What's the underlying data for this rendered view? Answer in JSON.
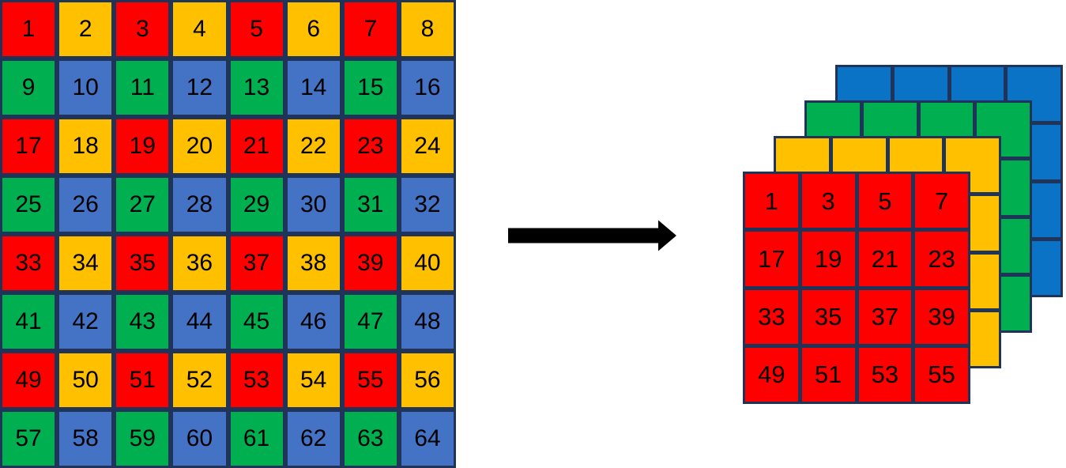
{
  "colors": {
    "red": "#FF0000",
    "yellow": "#FFC000",
    "green": "#00B050",
    "blue": "#4472C4",
    "blue2": "#0B73C6",
    "border": "#1F3458",
    "arrow": "#000000",
    "text": "#000000",
    "background": "#FFFFFF"
  },
  "input_grid": {
    "rows": 8,
    "cols": 8,
    "cells": [
      {
        "value": "1",
        "color": "red"
      },
      {
        "value": "2",
        "color": "yellow"
      },
      {
        "value": "3",
        "color": "red"
      },
      {
        "value": "4",
        "color": "yellow"
      },
      {
        "value": "5",
        "color": "red"
      },
      {
        "value": "6",
        "color": "yellow"
      },
      {
        "value": "7",
        "color": "red"
      },
      {
        "value": "8",
        "color": "yellow"
      },
      {
        "value": "9",
        "color": "green"
      },
      {
        "value": "10",
        "color": "blue"
      },
      {
        "value": "11",
        "color": "green"
      },
      {
        "value": "12",
        "color": "blue"
      },
      {
        "value": "13",
        "color": "green"
      },
      {
        "value": "14",
        "color": "blue"
      },
      {
        "value": "15",
        "color": "green"
      },
      {
        "value": "16",
        "color": "blue"
      },
      {
        "value": "17",
        "color": "red"
      },
      {
        "value": "18",
        "color": "yellow"
      },
      {
        "value": "19",
        "color": "red"
      },
      {
        "value": "20",
        "color": "yellow"
      },
      {
        "value": "21",
        "color": "red"
      },
      {
        "value": "22",
        "color": "yellow"
      },
      {
        "value": "23",
        "color": "red"
      },
      {
        "value": "24",
        "color": "yellow"
      },
      {
        "value": "25",
        "color": "green"
      },
      {
        "value": "26",
        "color": "blue"
      },
      {
        "value": "27",
        "color": "green"
      },
      {
        "value": "28",
        "color": "blue"
      },
      {
        "value": "29",
        "color": "green"
      },
      {
        "value": "30",
        "color": "blue"
      },
      {
        "value": "31",
        "color": "green"
      },
      {
        "value": "32",
        "color": "blue"
      },
      {
        "value": "33",
        "color": "red"
      },
      {
        "value": "34",
        "color": "yellow"
      },
      {
        "value": "35",
        "color": "red"
      },
      {
        "value": "36",
        "color": "yellow"
      },
      {
        "value": "37",
        "color": "red"
      },
      {
        "value": "38",
        "color": "yellow"
      },
      {
        "value": "39",
        "color": "red"
      },
      {
        "value": "40",
        "color": "yellow"
      },
      {
        "value": "41",
        "color": "green"
      },
      {
        "value": "42",
        "color": "blue"
      },
      {
        "value": "43",
        "color": "green"
      },
      {
        "value": "44",
        "color": "blue"
      },
      {
        "value": "45",
        "color": "green"
      },
      {
        "value": "46",
        "color": "blue"
      },
      {
        "value": "47",
        "color": "green"
      },
      {
        "value": "48",
        "color": "blue"
      },
      {
        "value": "49",
        "color": "red"
      },
      {
        "value": "50",
        "color": "yellow"
      },
      {
        "value": "51",
        "color": "red"
      },
      {
        "value": "52",
        "color": "yellow"
      },
      {
        "value": "53",
        "color": "red"
      },
      {
        "value": "54",
        "color": "yellow"
      },
      {
        "value": "55",
        "color": "red"
      },
      {
        "value": "56",
        "color": "yellow"
      },
      {
        "value": "57",
        "color": "green"
      },
      {
        "value": "58",
        "color": "blue"
      },
      {
        "value": "59",
        "color": "green"
      },
      {
        "value": "60",
        "color": "blue"
      },
      {
        "value": "61",
        "color": "green"
      },
      {
        "value": "62",
        "color": "blue"
      },
      {
        "value": "63",
        "color": "green"
      },
      {
        "value": "64",
        "color": "blue"
      }
    ]
  },
  "output_stack": {
    "rows": 4,
    "cols": 4,
    "layers": [
      {
        "channel": "blue",
        "color": "blue2",
        "values": [
          "",
          "",
          "",
          "",
          "",
          "",
          "",
          "",
          "",
          "",
          "",
          "",
          "",
          "",
          "",
          ""
        ]
      },
      {
        "channel": "green",
        "color": "green",
        "values": [
          "",
          "",
          "",
          "",
          "",
          "",
          "",
          "",
          "",
          "",
          "",
          "",
          "",
          "",
          "",
          ""
        ]
      },
      {
        "channel": "yellow",
        "color": "yellow",
        "values": [
          "",
          "",
          "",
          "",
          "",
          "",
          "",
          "",
          "",
          "",
          "",
          "",
          "",
          "",
          "",
          ""
        ]
      },
      {
        "channel": "red",
        "color": "red",
        "values": [
          "1",
          "3",
          "5",
          "7",
          "17",
          "19",
          "21",
          "23",
          "33",
          "35",
          "37",
          "39",
          "49",
          "51",
          "53",
          "55"
        ]
      }
    ]
  }
}
